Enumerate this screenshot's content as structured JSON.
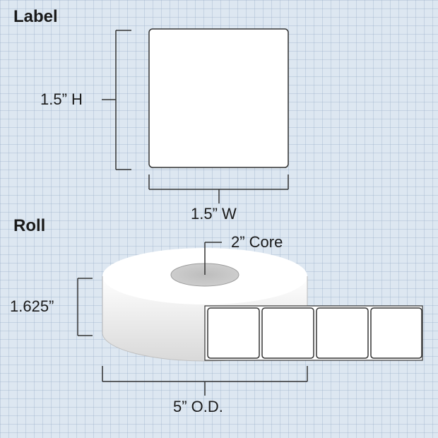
{
  "label_section": {
    "heading": "Label",
    "height_text": "1.5” H",
    "width_text": "1.5” W"
  },
  "roll_section": {
    "heading": "Roll",
    "core_text": "2” Core",
    "width_text": "1.625”",
    "diameter_text": "5” O.D.",
    "labels_visible": 4
  },
  "colors": {
    "background": "#dde7f1",
    "grid": "#96acc6",
    "outline": "#333333",
    "label_fill": "#ffffff",
    "core_fill": "#c8c8c8"
  }
}
